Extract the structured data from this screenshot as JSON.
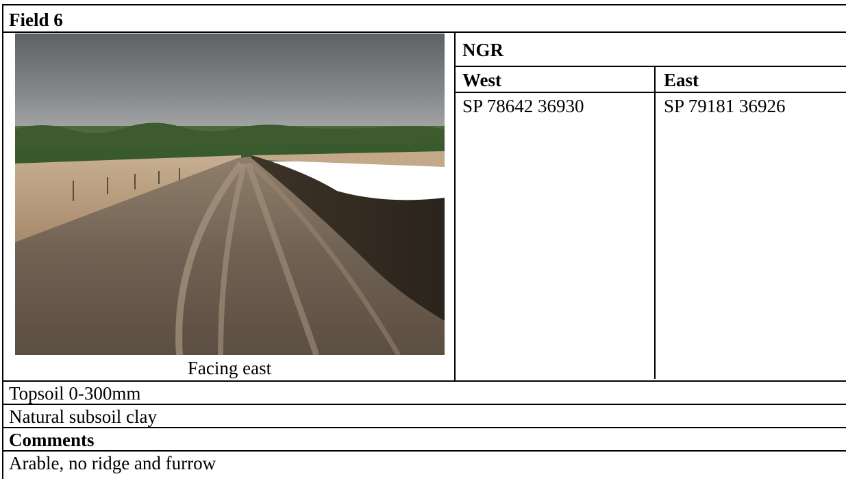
{
  "header": {
    "title": "Field 6"
  },
  "photo": {
    "caption": "Facing east"
  },
  "ngr": {
    "title": "NGR",
    "west_label": "West",
    "east_label": "East",
    "west_value": "SP 78642 36930",
    "east_value": "SP 79181 36926"
  },
  "details": {
    "topsoil": "Topsoil 0-300mm",
    "subsoil": "Natural subsoil clay",
    "comments_label": "Comments",
    "comments": "Arable, no ridge and furrow"
  }
}
